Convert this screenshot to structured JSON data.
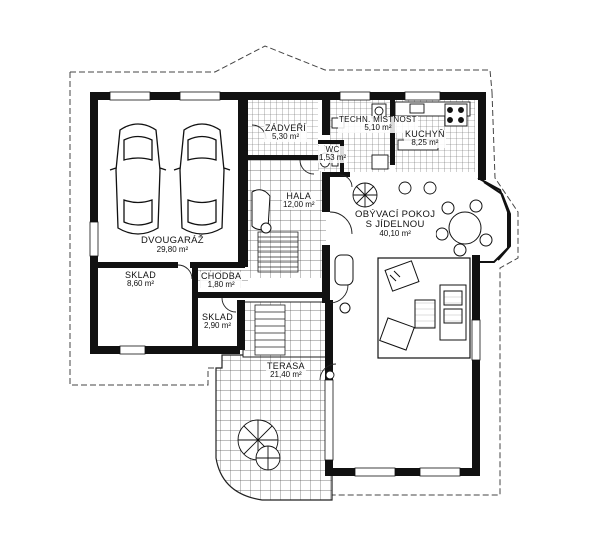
{
  "plan": {
    "rooms": [
      {
        "id": "garage",
        "name": "DVOUGARÁŽ",
        "area": "29,80 m²"
      },
      {
        "id": "storage-large",
        "name": "SKLAD",
        "area": "8,60 m²"
      },
      {
        "id": "corridor",
        "name": "CHODBA",
        "area": "1,80 m²"
      },
      {
        "id": "storage-small",
        "name": "SKLAD",
        "area": "2,90 m²"
      },
      {
        "id": "vestibule",
        "name": "ZÁDVEŘÍ",
        "area": "5,30 m²"
      },
      {
        "id": "wc",
        "name": "WC",
        "area": "1,53 m²"
      },
      {
        "id": "utility",
        "name": "TECHN. MÍSTNOST",
        "area": "5,10 m²"
      },
      {
        "id": "kitchen",
        "name": "KUCHYŇ",
        "area": "8,25 m²"
      },
      {
        "id": "hall",
        "name": "HALA",
        "area": "12,00 m²"
      },
      {
        "id": "living",
        "name": "OBÝVACÍ POKOJ",
        "name2": "S JÍDELNOU",
        "area": "40,10 m²"
      },
      {
        "id": "terrace",
        "name": "TERASA",
        "area": "21,40 m²"
      }
    ]
  }
}
